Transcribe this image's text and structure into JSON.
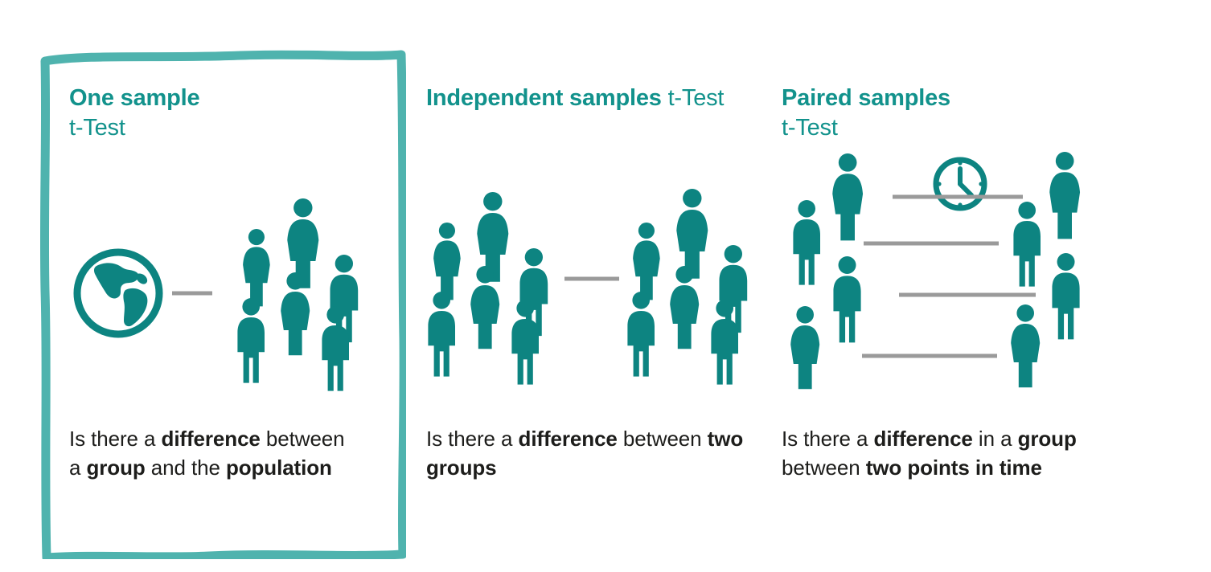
{
  "page": {
    "title": "t-Test types infographic",
    "background": "#ffffff",
    "accent_teal": "#0d8481",
    "heading_teal": "#12928c",
    "card_border_teal": "#4fb3ae",
    "connector_grey": "#9a9a9a",
    "text_black": "#1d1d1b"
  },
  "columns": [
    {
      "id": "one-sample",
      "highlighted": true,
      "heading": {
        "bold": "One sample",
        "regular": "t-Test"
      },
      "caption_parts": [
        {
          "text": "Is there a ",
          "bold": false
        },
        {
          "text": "difference",
          "bold": true
        },
        {
          "text": " between a ",
          "bold": false
        },
        {
          "text": "group",
          "bold": true
        },
        {
          "text": " and the ",
          "bold": false
        },
        {
          "text": "population",
          "bold": true
        }
      ],
      "caption_plain": "Is there a difference between a group and the population",
      "figure": {
        "type": "globe-and-group",
        "icons": [
          "globe-icon",
          "connector-line",
          "people-cluster"
        ],
        "people_count": 6
      }
    },
    {
      "id": "independent-samples",
      "highlighted": false,
      "heading": {
        "bold": "Independent samples",
        "regular": "t-Test"
      },
      "caption_parts": [
        {
          "text": "Is there a ",
          "bold": false
        },
        {
          "text": "difference",
          "bold": true
        },
        {
          "text": " between ",
          "bold": false
        },
        {
          "text": "two groups",
          "bold": true
        }
      ],
      "caption_plain": "Is there a difference between two groups",
      "figure": {
        "type": "two-groups",
        "icons": [
          "people-cluster-left",
          "connector-line",
          "people-cluster-right"
        ],
        "people_count_left": 6,
        "people_count_right": 6
      }
    },
    {
      "id": "paired-samples",
      "highlighted": false,
      "heading": {
        "bold": "Paired samples",
        "regular": "t-Test"
      },
      "caption_parts": [
        {
          "text": "Is there a ",
          "bold": false
        },
        {
          "text": "difference",
          "bold": true
        },
        {
          "text": " in a ",
          "bold": false
        },
        {
          "text": "group",
          "bold": true
        },
        {
          "text": " between ",
          "bold": false
        },
        {
          "text": "two points in time",
          "bold": true
        }
      ],
      "caption_plain": "Is there a difference in a group between two points in time",
      "figure": {
        "type": "paired-over-time",
        "icons": [
          "clock-icon",
          "people-column-left",
          "pair-connector-lines",
          "people-column-right"
        ],
        "people_count_left": 4,
        "people_count_right": 4,
        "pair_lines": 4,
        "clock_time": "4:00"
      }
    }
  ]
}
